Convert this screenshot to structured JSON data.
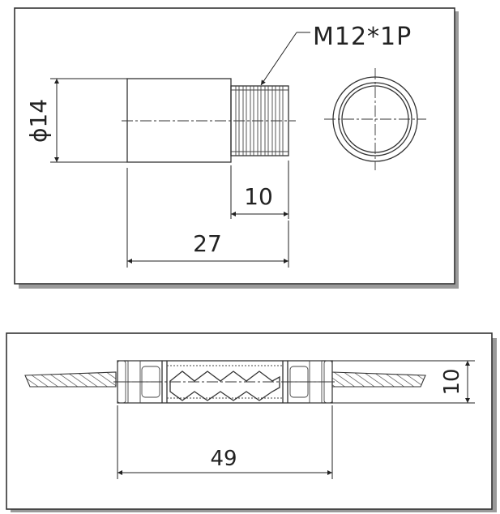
{
  "top_view": {
    "thread_label": "M12*1P",
    "diameter_label": "ϕ14",
    "thread_length_label": "10",
    "total_length_label": "27"
  },
  "bottom_view": {
    "total_length_label": "49",
    "height_label": "10"
  }
}
